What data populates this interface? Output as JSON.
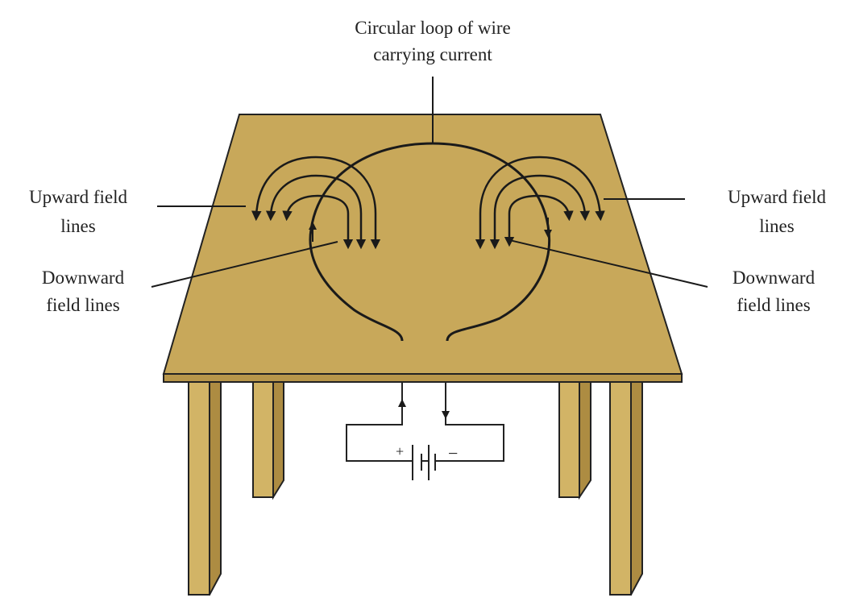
{
  "labels": {
    "loop_line1": "Circular loop of wire",
    "loop_line2": "carrying current",
    "up_left_line1": "Upward field",
    "up_left_line2": "lines",
    "up_right_line1": "Upward field",
    "up_right_line2": "lines",
    "down_left_line1": "Downward",
    "down_left_line2": "field lines",
    "down_right_line1": "Downward",
    "down_right_line2": "field lines",
    "plus": "+",
    "minus": "−"
  },
  "colors": {
    "table_top": "#c8a85a",
    "table_edge": "#b8964a",
    "leg_front": "#d2b466",
    "leg_side": "#ad8c42",
    "ink": "#1a1a1a"
  }
}
